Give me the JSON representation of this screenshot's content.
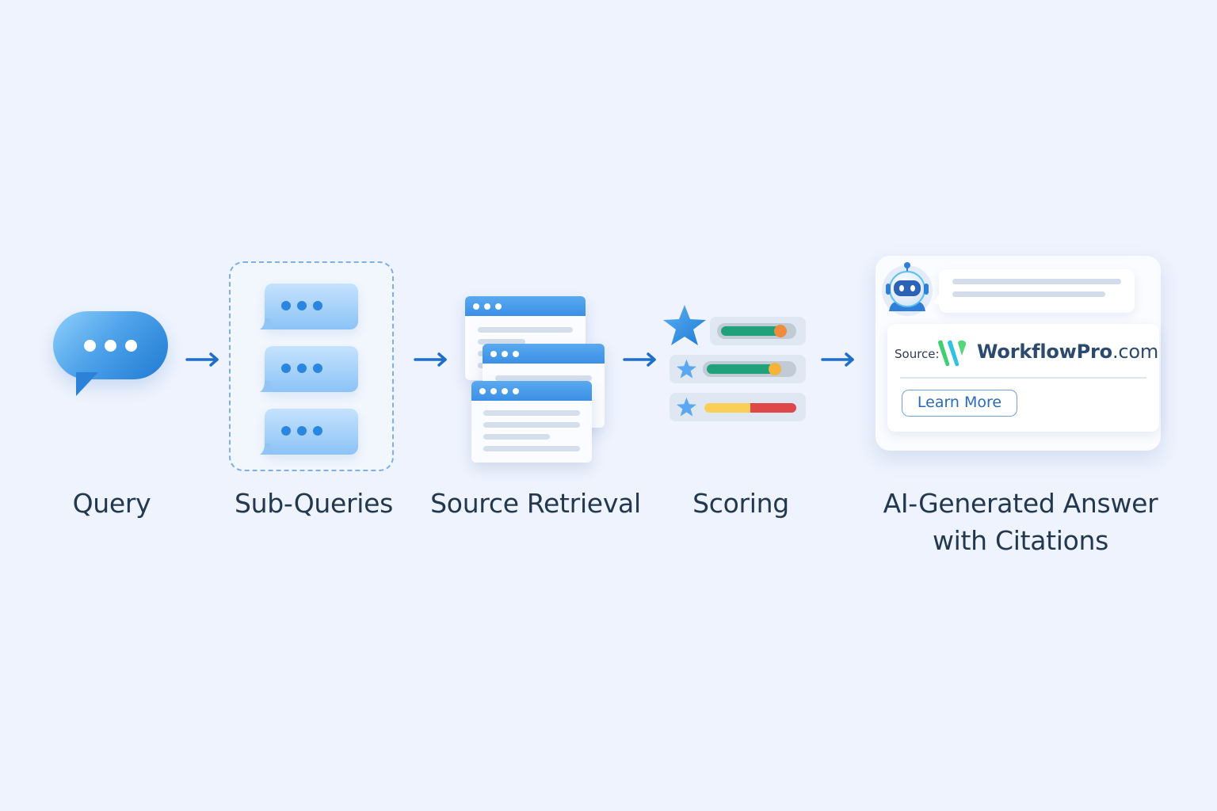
{
  "diagram": {
    "type": "pipeline-flow",
    "steps": [
      {
        "id": "query",
        "label": "Query",
        "icon": "chat-bubble-icon"
      },
      {
        "id": "sub-queries",
        "label": "Sub-Queries",
        "icon": "stacked-chat-bubbles-icon"
      },
      {
        "id": "source-retrieval",
        "label": "Source Retrieval",
        "icon": "browser-windows-icon"
      },
      {
        "id": "scoring",
        "label": "Scoring",
        "icon": "star-rating-bars-icon"
      },
      {
        "id": "answer",
        "label_line1": "AI-Generated Answer",
        "label_line2": "with Citations",
        "icon": "robot-answer-card-icon"
      }
    ],
    "edges": [
      {
        "from": "query",
        "to": "sub-queries"
      },
      {
        "from": "sub-queries",
        "to": "source-retrieval"
      },
      {
        "from": "source-retrieval",
        "to": "scoring"
      },
      {
        "from": "scoring",
        "to": "answer"
      }
    ]
  },
  "scoring": {
    "rows": [
      {
        "rank": 1,
        "score_fraction": 0.9,
        "color": "#1fa27a",
        "knob_color": "#f08a3c"
      },
      {
        "rank": 2,
        "score_fraction": 0.85,
        "color": "#1fa27a",
        "knob_color": "#f6b33a"
      },
      {
        "rank": 3,
        "segments": [
          {
            "color": "#f9cf57",
            "fraction": 0.5
          },
          {
            "color": "#df4848",
            "fraction": 0.5
          }
        ]
      }
    ]
  },
  "answer_card": {
    "source_prefix": "Source:",
    "brand_name": "WorkflowPro",
    "brand_tld": ".com",
    "button_label": "Learn More"
  },
  "colors": {
    "background": "#eef3fd",
    "accent_blue": "#2a86e0",
    "arrow": "#1f6fc8",
    "text": "#22384f",
    "brand_green": "#3fcf72",
    "brand_cyan": "#2ec3e0"
  }
}
